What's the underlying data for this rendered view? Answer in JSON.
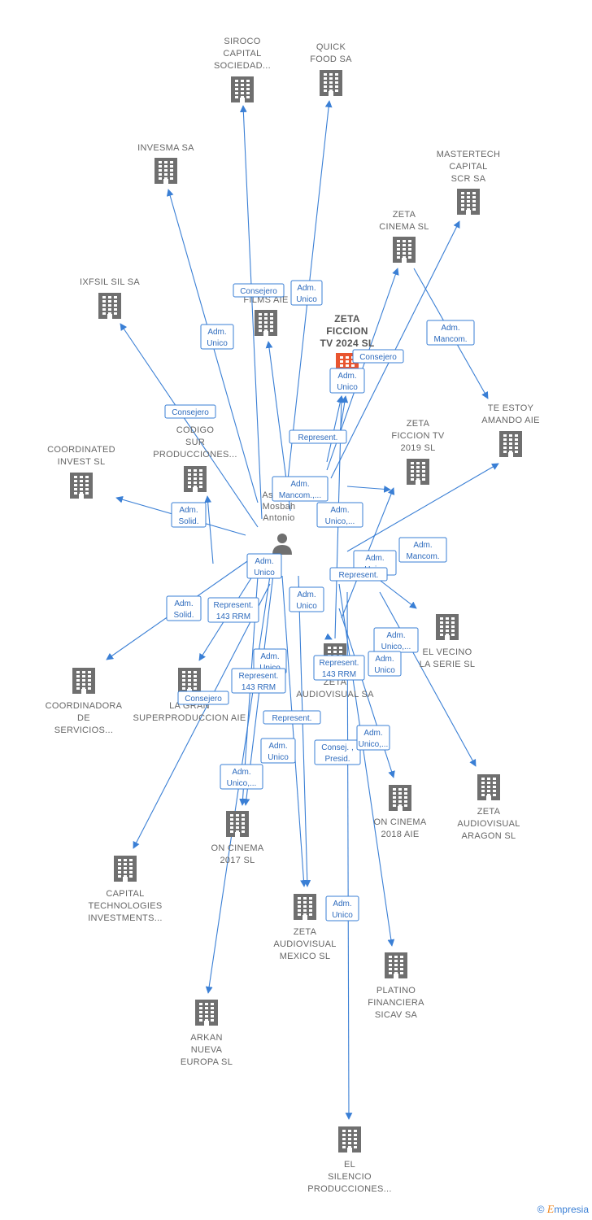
{
  "colors": {
    "edge": "#3a7fd5",
    "building": "#6f6f6f",
    "highlight": "#e9552f",
    "label": "#666666"
  },
  "person": {
    "lines": [
      "Asensio",
      "Mosbah",
      "Antonio"
    ],
    "icon": "person-icon"
  },
  "nodes": [
    {
      "id": "siroco",
      "lines": [
        "SIROCO",
        "CAPITAL",
        "SOCIEDAD..."
      ]
    },
    {
      "id": "quick",
      "lines": [
        "QUICK",
        "FOOD SA"
      ]
    },
    {
      "id": "invesma",
      "lines": [
        "INVESMA SA"
      ]
    },
    {
      "id": "mastertech",
      "lines": [
        "MASTERTECH",
        "CAPITAL",
        "SCR SA"
      ]
    },
    {
      "id": "zetacinema",
      "lines": [
        "ZETA",
        "CINEMA SL"
      ]
    },
    {
      "id": "ixfsil",
      "lines": [
        "IXFSIL SIL SA"
      ]
    },
    {
      "id": "films",
      "lines": [
        "FILMS AIE"
      ]
    },
    {
      "id": "zeta2024",
      "lines": [
        "ZETA",
        "FICCION",
        "TV 2024 SL"
      ],
      "highlight": true
    },
    {
      "id": "teestoy",
      "lines": [
        "TE ESTOY",
        "AMANDO AIE"
      ]
    },
    {
      "id": "codigo",
      "lines": [
        "CODIGO",
        "SUR",
        "PRODUCCIONES..."
      ]
    },
    {
      "id": "coordinated",
      "lines": [
        "COORDINATED",
        "INVEST SL"
      ]
    },
    {
      "id": "zeta2019",
      "lines": [
        "ZETA",
        "FICCION TV",
        "2019 SL"
      ]
    },
    {
      "id": "vecino",
      "lines": [
        "EL VECINO",
        "LA SERIE SL"
      ]
    },
    {
      "id": "coordinadora",
      "lines": [
        "COORDINADORA",
        "DE",
        "SERVICIOS..."
      ]
    },
    {
      "id": "gransup",
      "lines": [
        "LA GRAN",
        "SUPERPRODUCCION AIE"
      ]
    },
    {
      "id": "zetaaudio",
      "lines": [
        "ZETA",
        "AUDIOVISUAL SA"
      ]
    },
    {
      "id": "oncinema2018",
      "lines": [
        "ON CINEMA",
        "2018 AIE"
      ]
    },
    {
      "id": "zetaaragon",
      "lines": [
        "ZETA",
        "AUDIOVISUAL",
        "ARAGON SL"
      ]
    },
    {
      "id": "oncinema2017",
      "lines": [
        "ON CINEMA",
        "2017 SL"
      ]
    },
    {
      "id": "capitaltech",
      "lines": [
        "CAPITAL",
        "TECHNOLOGIES",
        "INVESTMENTS..."
      ]
    },
    {
      "id": "zetamexico",
      "lines": [
        "ZETA",
        "AUDIOVISUAL",
        "MEXICO SL"
      ]
    },
    {
      "id": "platino",
      "lines": [
        "PLATINO",
        "FINANCIERA",
        "SICAV SA"
      ]
    },
    {
      "id": "arkan",
      "lines": [
        "ARKAN",
        "NUEVA",
        "EUROPA SL"
      ]
    },
    {
      "id": "silencio",
      "lines": [
        "EL",
        "SILENCIO",
        "PRODUCCIONES..."
      ]
    }
  ],
  "edge_labels": [
    {
      "id": "l1",
      "lines": [
        "Consejero"
      ]
    },
    {
      "id": "l2",
      "lines": [
        "Adm.",
        "Unico"
      ]
    },
    {
      "id": "l3",
      "lines": [
        "Adm.",
        "Unico"
      ]
    },
    {
      "id": "l4",
      "lines": [
        "Adm.",
        "Mancom."
      ]
    },
    {
      "id": "l5",
      "lines": [
        "Consejero"
      ]
    },
    {
      "id": "l6",
      "lines": [
        "Adm.",
        "Unico"
      ]
    },
    {
      "id": "l7",
      "lines": [
        "Consejero"
      ]
    },
    {
      "id": "l8",
      "lines": [
        "Represent."
      ]
    },
    {
      "id": "l9",
      "lines": [
        "Adm.",
        "Mancom.,..."
      ]
    },
    {
      "id": "l10",
      "lines": [
        "Adm.",
        "Solid."
      ]
    },
    {
      "id": "l11",
      "lines": [
        "Adm.",
        "Unico,..."
      ]
    },
    {
      "id": "l12",
      "lines": [
        "Adm.",
        "Mancom."
      ]
    },
    {
      "id": "l13",
      "lines": [
        "Adm.",
        "Unico"
      ]
    },
    {
      "id": "l14",
      "lines": [
        "Adm.",
        "Mancom."
      ]
    },
    {
      "id": "l15",
      "lines": [
        "Represent."
      ]
    },
    {
      "id": "l16",
      "lines": [
        "Adm.",
        "Solid."
      ]
    },
    {
      "id": "l17",
      "lines": [
        "Represent.",
        "143 RRM"
      ]
    },
    {
      "id": "l18",
      "lines": [
        "Adm.",
        "Unico"
      ]
    },
    {
      "id": "l19",
      "lines": [
        "Adm.",
        "Unico,..."
      ]
    },
    {
      "id": "l20",
      "lines": [
        "Adm.",
        "Unico"
      ]
    },
    {
      "id": "l21",
      "lines": [
        "Represent.",
        "143 RRM"
      ]
    },
    {
      "id": "l22",
      "lines": [
        "Adm.",
        "Unico"
      ]
    },
    {
      "id": "l23",
      "lines": [
        "Represent.",
        "143 RRM"
      ]
    },
    {
      "id": "l24",
      "lines": [
        "Consejero"
      ]
    },
    {
      "id": "l25",
      "lines": [
        "Represent."
      ]
    },
    {
      "id": "l26",
      "lines": [
        "Adm.",
        "Unico"
      ]
    },
    {
      "id": "l27",
      "lines": [
        "Consej. ,",
        "Presid."
      ]
    },
    {
      "id": "l28",
      "lines": [
        "Adm.",
        "Unico"
      ]
    },
    {
      "id": "l29",
      "lines": [
        "Adm.",
        "Unico,..."
      ]
    },
    {
      "id": "l30",
      "lines": [
        "Adm.",
        "Unico,..."
      ]
    },
    {
      "id": "l31",
      "lines": [
        "Adm.",
        "Unico"
      ]
    }
  ],
  "footer": {
    "copyright": "©",
    "brand_e": "E",
    "brand_rest": "mpresia"
  }
}
